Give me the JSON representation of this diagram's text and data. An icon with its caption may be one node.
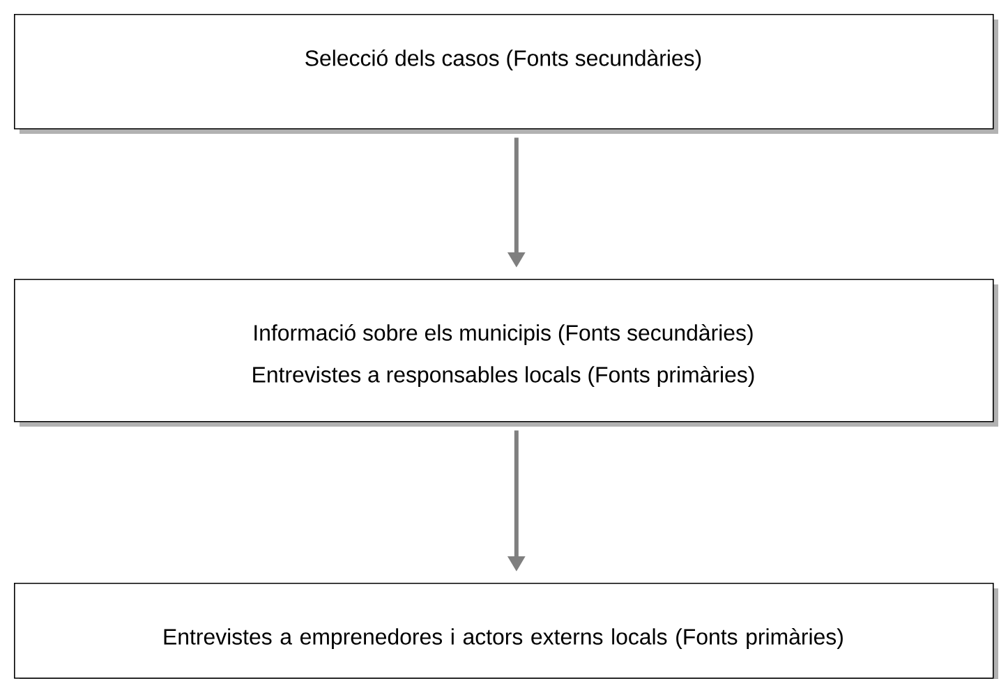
{
  "diagram": {
    "nodes": [
      {
        "text": [
          "Selecció dels casos  (Fonts secundàries)"
        ]
      },
      {
        "text": [
          "Informació sobre els municipis (Fonts secundàries)",
          "Entrevistes a responsables locals (Fonts primàries)"
        ]
      },
      {
        "text": [
          "Entrevistes a emprenedores i actors externs locals (Fonts primàries)"
        ]
      }
    ],
    "edges": [
      {
        "from": 0,
        "to": 1,
        "arrow": "to"
      },
      {
        "from": 1,
        "to": 2,
        "arrow": "to"
      }
    ]
  }
}
